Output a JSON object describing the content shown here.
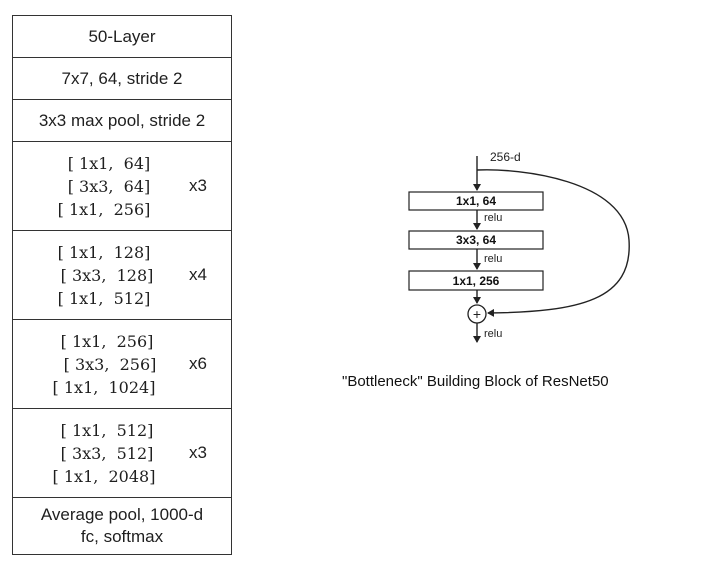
{
  "table": {
    "header": "50-Layer",
    "conv1": "7x7, 64, stride 2",
    "pool": "3x3 max pool, stride 2",
    "blocks": [
      {
        "lines": [
          "[ 1x1,  64]",
          "[ 3x3,  64]",
          "[ 1x1,  256]"
        ],
        "repeat": "x3"
      },
      {
        "lines": [
          "[ 1x1,  128]",
          "[ 3x3,  128]",
          "[ 1x1,  512]"
        ],
        "repeat": "x4"
      },
      {
        "lines": [
          "[ 1x1,  256]",
          "[ 3x3,  256]",
          "[ 1x1,  1024]"
        ],
        "repeat": "x6"
      },
      {
        "lines": [
          "[ 1x1,  512]",
          "[ 3x3,  512]",
          "[ 1x1,  2048]"
        ],
        "repeat": "x3"
      }
    ],
    "final": [
      "Average pool, 1000-d",
      "fc, softmax"
    ]
  },
  "diagram": {
    "input_label": "256-d",
    "layers": [
      "1x1, 64",
      "3x3, 64",
      "1x1, 256"
    ],
    "activation": "relu",
    "add_symbol": "+",
    "caption": "\"Bottleneck\" Building Block of ResNet50"
  }
}
